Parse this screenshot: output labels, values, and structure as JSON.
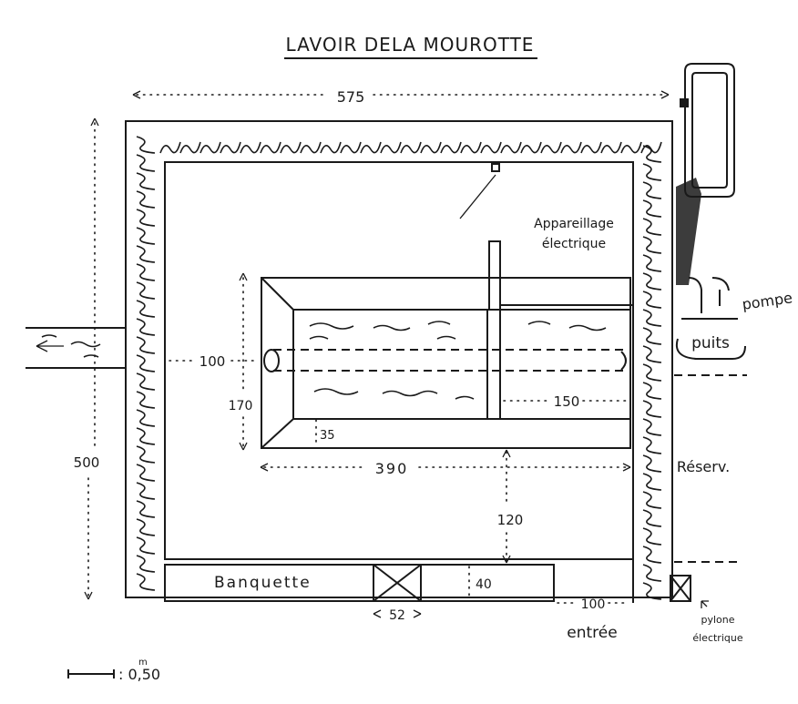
{
  "title": "LAVOIR DELA MOUROTTE",
  "dimensions": {
    "overall_width": "575",
    "overall_height": "500",
    "basin_offset": "100",
    "basin_height": "170",
    "basin_width": "390",
    "rim": "35",
    "channel": "150",
    "gap": "120",
    "bench_depth": "40",
    "step": "52",
    "entrance": "100"
  },
  "labels": {
    "electrical_line1": "Appareillage",
    "electrical_line2": "électrique",
    "pump": "pompe",
    "well": "puits",
    "reservoir": "Réserv.",
    "bench": "Banquette",
    "entrance": "entrée",
    "pylon_line1": "pylone",
    "pylon_line2": "électrique"
  },
  "scale": {
    "unit": "m",
    "value": ": 0,50"
  }
}
